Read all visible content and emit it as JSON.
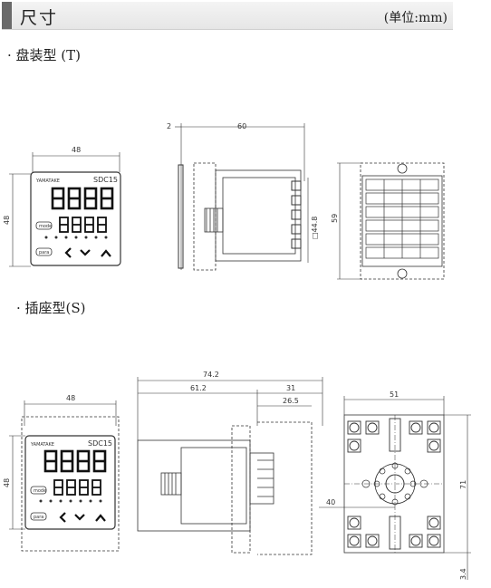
{
  "header": {
    "title": "尺寸",
    "unit": "(单位:mm)"
  },
  "sections": [
    {
      "label": "· 盘装型 (T)"
    },
    {
      "label": "· 插座型(S)"
    }
  ],
  "panel": {
    "front": {
      "width": "48",
      "height": "48",
      "brand": "YAMATAKE",
      "model": "SDC15",
      "mode_key": "mode",
      "para_key": "para"
    },
    "side": {
      "thickness": "2",
      "depth": "60",
      "square": "□44.8"
    },
    "back": {
      "height": "59"
    }
  },
  "socket": {
    "front": {
      "width": "48",
      "height": "48",
      "brand": "YAMATAKE",
      "model": "SDC15",
      "mode_key": "mode",
      "para_key": "para"
    },
    "side": {
      "total": "74.2",
      "body": "61.2",
      "socket_depth": "31",
      "inner": "26.5"
    },
    "base": {
      "width": "51",
      "height": "71",
      "hole_pitch": "40",
      "foot": "3.4"
    }
  }
}
